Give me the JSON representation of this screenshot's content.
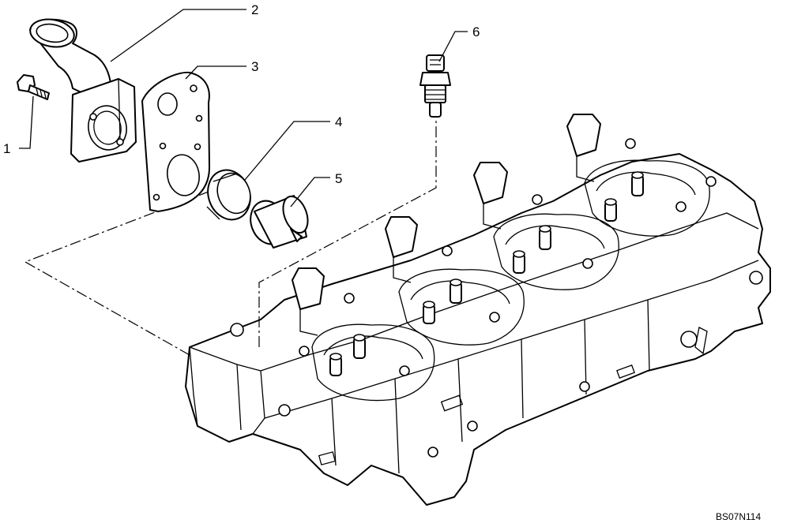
{
  "callouts": {
    "c1": "1",
    "c2": "2",
    "c3": "3",
    "c4": "4",
    "c5": "5",
    "c6": "6"
  },
  "reference_code": "BS07N114",
  "parts": {
    "p1": "bolt-icon",
    "p2": "thermostat-housing-outlet-icon",
    "p3": "gasket-icon",
    "p4": "seal-ring-icon",
    "p5": "thermostat-icon",
    "p6": "temperature-sender-icon",
    "head": "cylinder-head-icon"
  }
}
